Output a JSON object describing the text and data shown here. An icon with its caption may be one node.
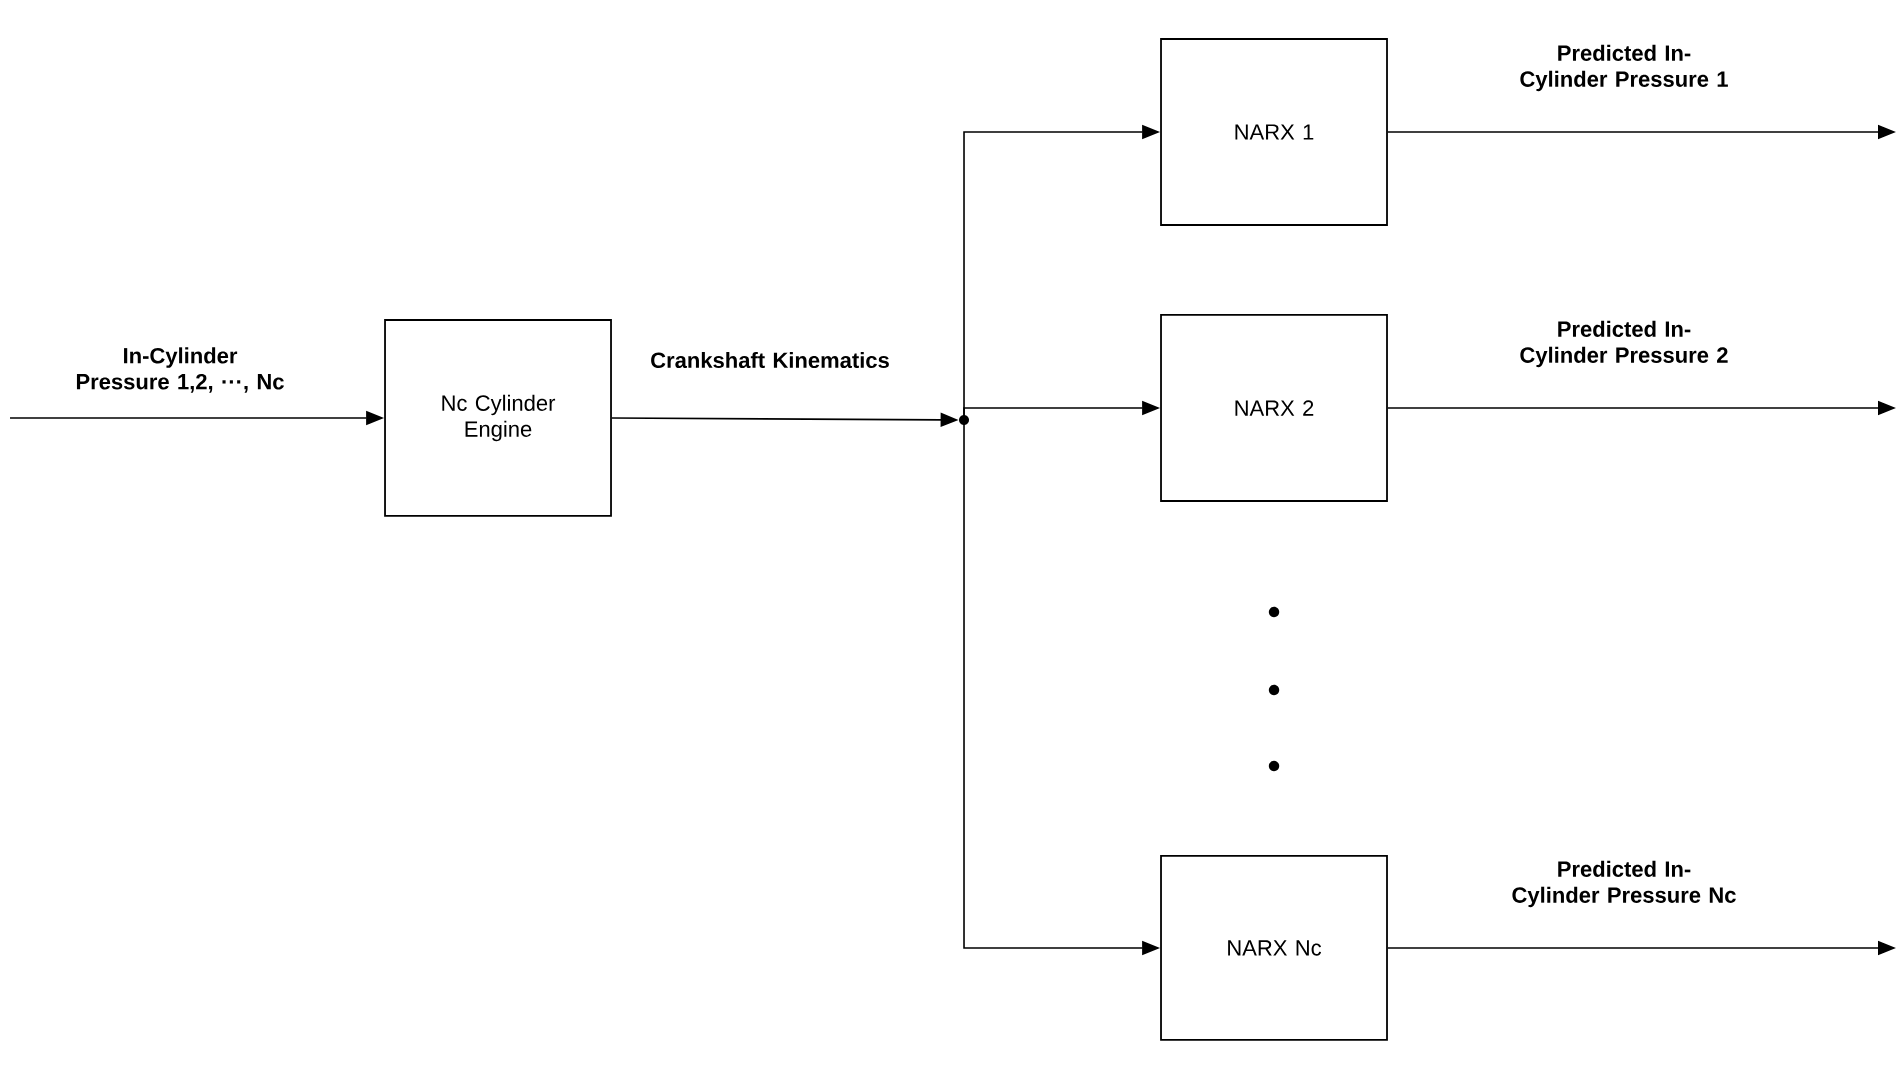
{
  "diagram": {
    "nodes": [
      {
        "text": [
          "Nc Cylinder Engine"
        ]
      },
      {
        "text": [
          "NARX 1"
        ]
      },
      {
        "text": [
          "NARX 2"
        ]
      },
      {
        "text": [
          "NARX Nc"
        ]
      },
      {
        "text": [],
        "shape": "circle"
      }
    ],
    "edges": [
      {
        "from": null,
        "to": 0,
        "arrow": "to",
        "label": "In-Cylinder Pressure 1,2, ···, Nc"
      },
      {
        "from": 0,
        "to": 4,
        "arrow": "to",
        "label": "Crankshaft Kinematics"
      },
      {
        "from": 4,
        "to": 1,
        "arrow": "to"
      },
      {
        "from": 4,
        "to": 2,
        "arrow": "to"
      },
      {
        "from": 4,
        "to": 3,
        "arrow": "to"
      },
      {
        "from": 1,
        "to": null,
        "arrow": "to",
        "label": "Predicted In-Cylinder Pressure 1"
      },
      {
        "from": 2,
        "to": null,
        "arrow": "to",
        "label": "Predicted In-Cylinder Pressure 2"
      },
      {
        "from": 3,
        "to": null,
        "arrow": "to",
        "label": "Predicted In-Cylinder Pressure Nc"
      }
    ]
  }
}
